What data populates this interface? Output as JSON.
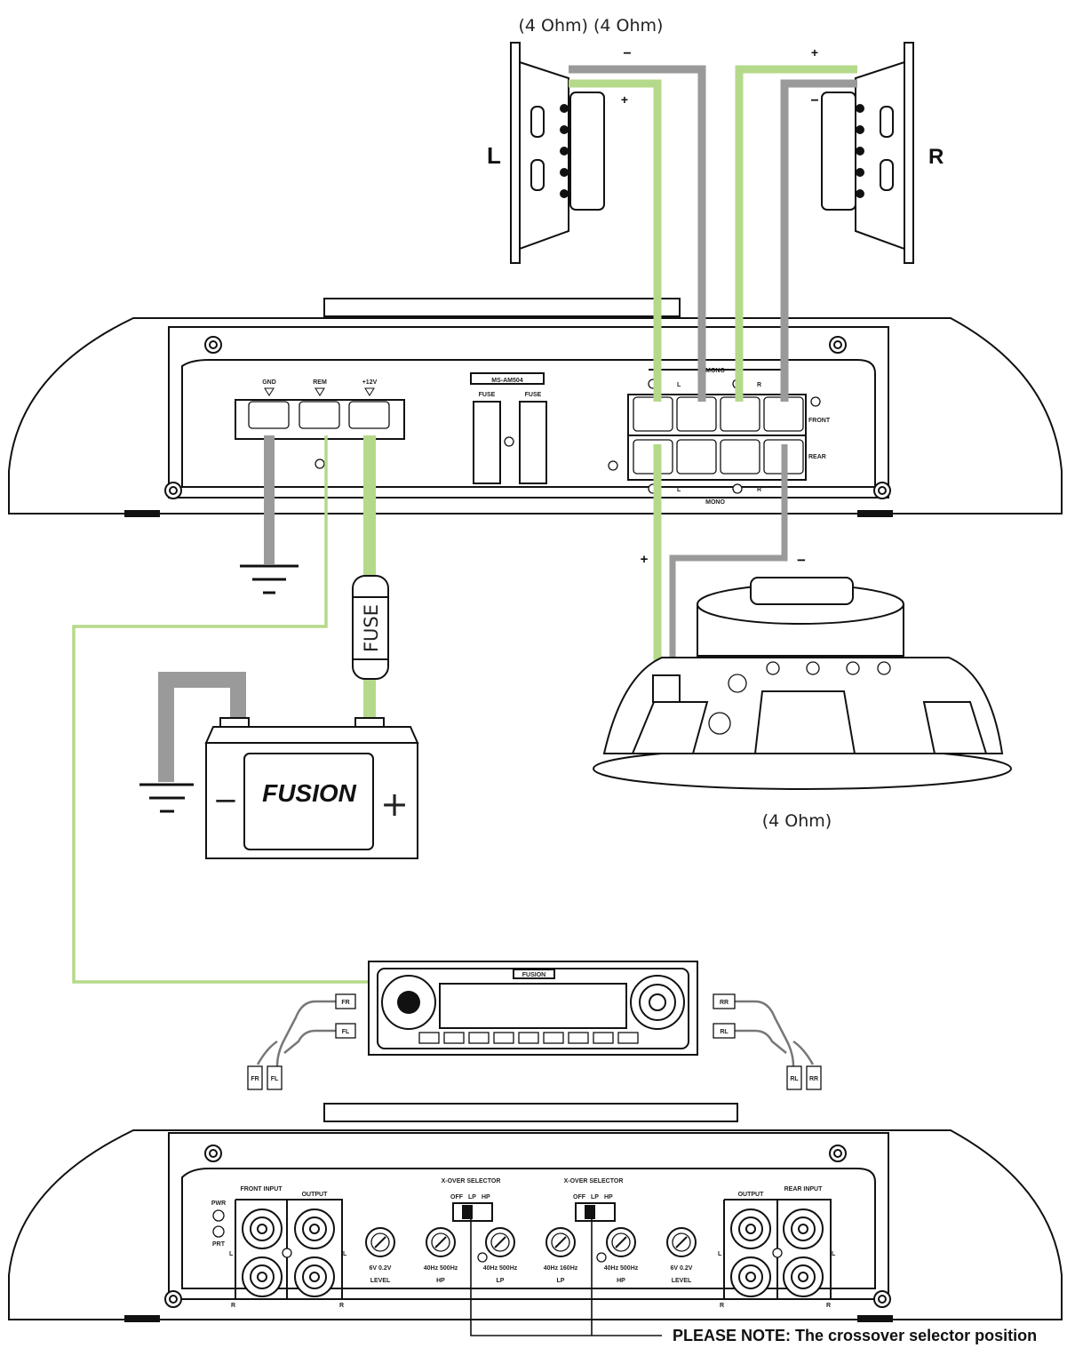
{
  "labels": {
    "front_impedance": "(4 Ohm) (4 Ohm)",
    "sub_impedance": "(4 Ohm)",
    "left_speaker": "L",
    "right_speaker": "R",
    "fuse": "FUSE",
    "battery_brand": "FUSION",
    "battery_minus": "−",
    "battery_plus": "+",
    "note": "PLEASE NOTE: The crossover selector position"
  },
  "amp_top": {
    "power_terminals": [
      "GND",
      "REM",
      "+12V"
    ],
    "fuse_labels": [
      "FUSE",
      "FUSE"
    ],
    "model": "MS-AM504",
    "speaker_top_label": "MONO",
    "speaker_bottom_label": "MONO",
    "row_labels": [
      "FRONT",
      "REAR"
    ],
    "channel_marks": [
      "L",
      "R",
      "L",
      "R"
    ]
  },
  "wire_polarity": {
    "left_neg": "−",
    "left_pos": "+",
    "right_pos": "+",
    "right_neg": "−",
    "sub_pos": "+",
    "sub_neg": "−"
  },
  "head_unit": {
    "brand": "FUSION",
    "rca_left": [
      "FR",
      "FL"
    ],
    "rca_right": [
      "RR",
      "RL"
    ],
    "plugs_left": [
      "FR",
      "FL"
    ],
    "plugs_right": [
      "RL",
      "RR"
    ]
  },
  "amp_bottom": {
    "left_group": {
      "input": "FRONT INPUT",
      "output": "OUTPUT",
      "L": "L",
      "R": "R"
    },
    "right_group": {
      "input": "REAR INPUT",
      "output": "OUTPUT",
      "L": "L",
      "R": "R"
    },
    "leds": [
      "PWR",
      "PRT"
    ],
    "xover_selectors": [
      "X-OVER SELECTOR",
      "X-OVER SELECTOR"
    ],
    "selector_positions": [
      "OFF",
      "LP",
      "HP"
    ],
    "knobs": [
      {
        "label": "LEVEL",
        "range": "6V  0.2V"
      },
      {
        "label": "HP",
        "range": "40Hz 500Hz"
      },
      {
        "label": "LP",
        "range": "40Hz 500Hz"
      },
      {
        "label": "LP",
        "range": "40Hz 160Hz"
      },
      {
        "label": "HP",
        "range": "40Hz 500Hz"
      },
      {
        "label": "LEVEL",
        "range": "6V  0.2V"
      }
    ]
  },
  "colors": {
    "positive_wire": "#b5d98a",
    "negative_wire": "#9a9a9a",
    "outline": "#111111"
  }
}
